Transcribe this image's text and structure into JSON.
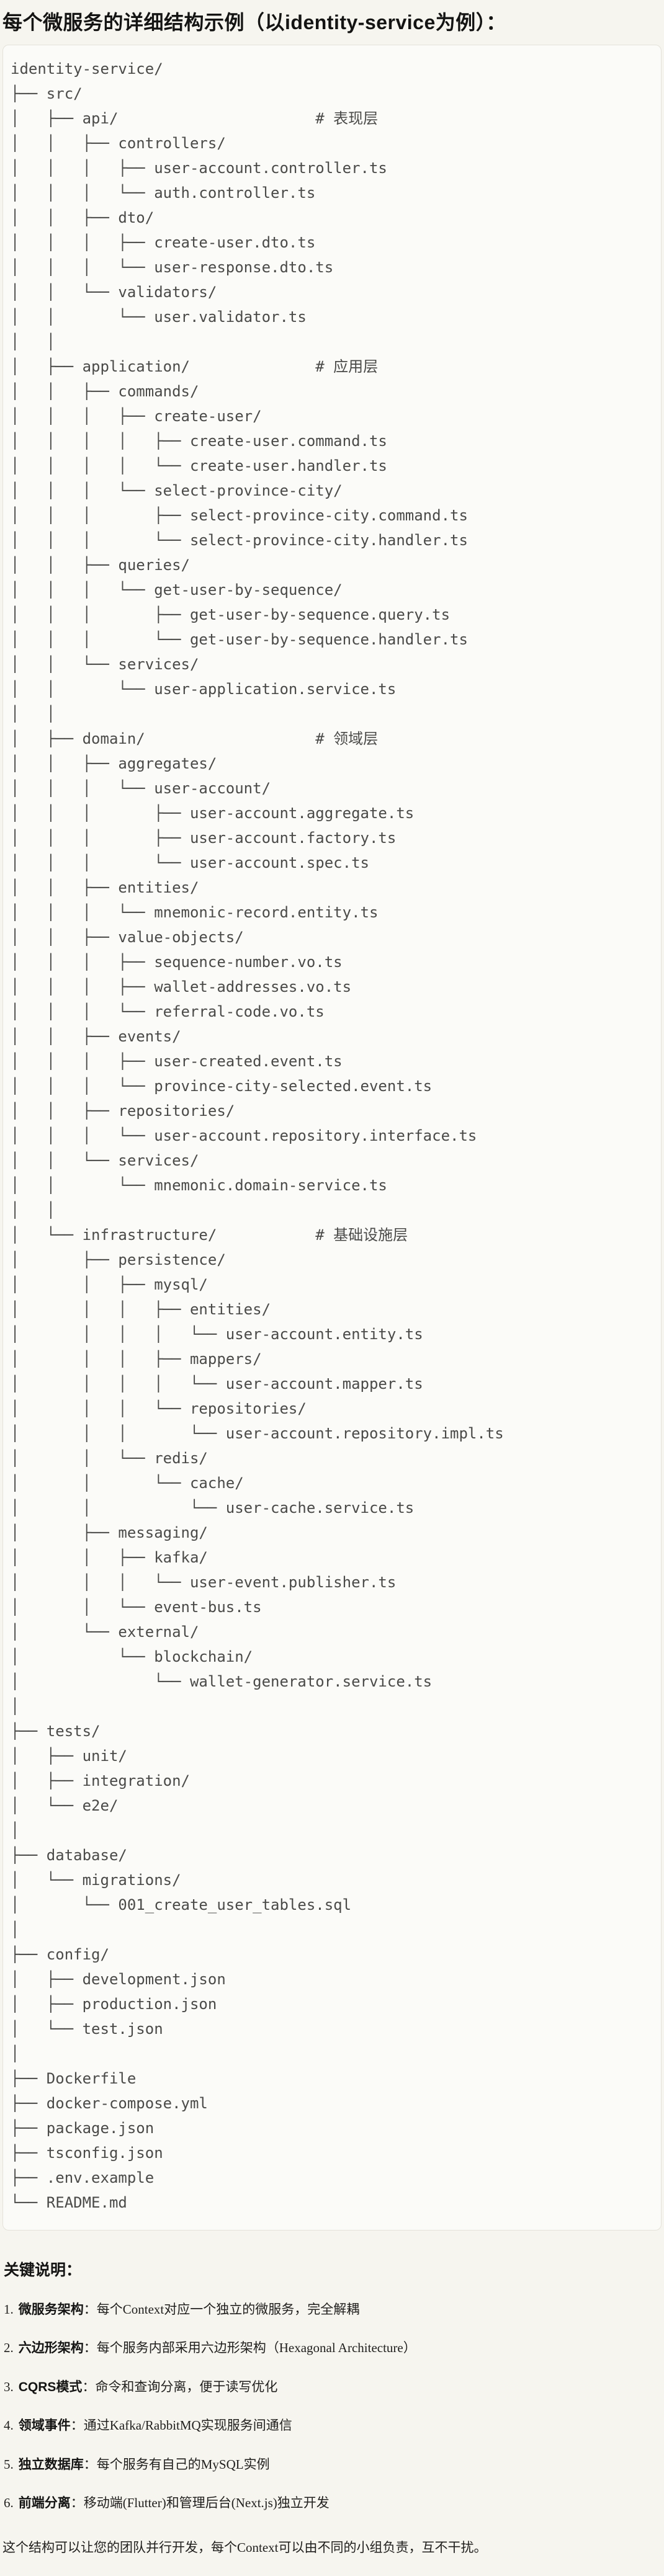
{
  "page": {
    "title": "每个微服务的详细结构示例（以identity-service为例）："
  },
  "code": {
    "language": "plaintext-tree",
    "tree_lines": [
      "identity-service/",
      "├── src/",
      "│   ├── api/                      # 表现层",
      "│   │   ├── controllers/",
      "│   │   │   ├── user-account.controller.ts",
      "│   │   │   └── auth.controller.ts",
      "│   │   ├── dto/",
      "│   │   │   ├── create-user.dto.ts",
      "│   │   │   └── user-response.dto.ts",
      "│   │   └── validators/",
      "│   │       └── user.validator.ts",
      "│   │",
      "│   ├── application/              # 应用层",
      "│   │   ├── commands/",
      "│   │   │   ├── create-user/",
      "│   │   │   │   ├── create-user.command.ts",
      "│   │   │   │   └── create-user.handler.ts",
      "│   │   │   └── select-province-city/",
      "│   │   │       ├── select-province-city.command.ts",
      "│   │   │       └── select-province-city.handler.ts",
      "│   │   ├── queries/",
      "│   │   │   └── get-user-by-sequence/",
      "│   │   │       ├── get-user-by-sequence.query.ts",
      "│   │   │       └── get-user-by-sequence.handler.ts",
      "│   │   └── services/",
      "│   │       └── user-application.service.ts",
      "│   │",
      "│   ├── domain/                   # 领域层",
      "│   │   ├── aggregates/",
      "│   │   │   └── user-account/",
      "│   │   │       ├── user-account.aggregate.ts",
      "│   │   │       ├── user-account.factory.ts",
      "│   │   │       └── user-account.spec.ts",
      "│   │   ├── entities/",
      "│   │   │   └── mnemonic-record.entity.ts",
      "│   │   ├── value-objects/",
      "│   │   │   ├── sequence-number.vo.ts",
      "│   │   │   ├── wallet-addresses.vo.ts",
      "│   │   │   └── referral-code.vo.ts",
      "│   │   ├── events/",
      "│   │   │   ├── user-created.event.ts",
      "│   │   │   └── province-city-selected.event.ts",
      "│   │   ├── repositories/",
      "│   │   │   └── user-account.repository.interface.ts",
      "│   │   └── services/",
      "│   │       └── mnemonic.domain-service.ts",
      "│   │",
      "│   └── infrastructure/           # 基础设施层",
      "│       ├── persistence/",
      "│       │   ├── mysql/",
      "│       │   │   ├── entities/",
      "│       │   │   │   └── user-account.entity.ts",
      "│       │   │   ├── mappers/",
      "│       │   │   │   └── user-account.mapper.ts",
      "│       │   │   └── repositories/",
      "│       │   │       └── user-account.repository.impl.ts",
      "│       │   └── redis/",
      "│       │       └── cache/",
      "│       │           └── user-cache.service.ts",
      "│       ├── messaging/",
      "│       │   ├── kafka/",
      "│       │   │   └── user-event.publisher.ts",
      "│       │   └── event-bus.ts",
      "│       └── external/",
      "│           └── blockchain/",
      "│               └── wallet-generator.service.ts",
      "│",
      "├── tests/",
      "│   ├── unit/",
      "│   ├── integration/",
      "│   └── e2e/",
      "│",
      "├── database/",
      "│   └── migrations/",
      "│       └── 001_create_user_tables.sql",
      "│",
      "├── config/",
      "│   ├── development.json",
      "│   ├── production.json",
      "│   └── test.json",
      "│",
      "├── Dockerfile",
      "├── docker-compose.yml",
      "├── package.json",
      "├── tsconfig.json",
      "├── .env.example",
      "└── README.md"
    ]
  },
  "notes": {
    "heading": "关键说明：",
    "items": [
      {
        "num": "1.",
        "label": "微服务架构",
        "sep": "：",
        "text": "每个Context对应一个独立的微服务，完全解耦"
      },
      {
        "num": "2.",
        "label": "六边形架构",
        "sep": "：",
        "text": "每个服务内部采用六边形架构（Hexagonal Architecture）"
      },
      {
        "num": "3.",
        "label": "CQRS模式",
        "sep": "：",
        "text": "命令和查询分离，便于读写优化"
      },
      {
        "num": "4.",
        "label": "领域事件",
        "sep": "：",
        "text": "通过Kafka/RabbitMQ实现服务间通信"
      },
      {
        "num": "5.",
        "label": "独立数据库",
        "sep": "：",
        "text": "每个服务有自己的MySQL实例"
      },
      {
        "num": "6.",
        "label": "前端分离",
        "sep": "：",
        "text": "移动端(Flutter)和管理后台(Next.js)独立开发"
      }
    ],
    "footer": "这个结构可以让您的团队并行开发，每个Context可以由不同的小组负责，互不干扰。"
  }
}
